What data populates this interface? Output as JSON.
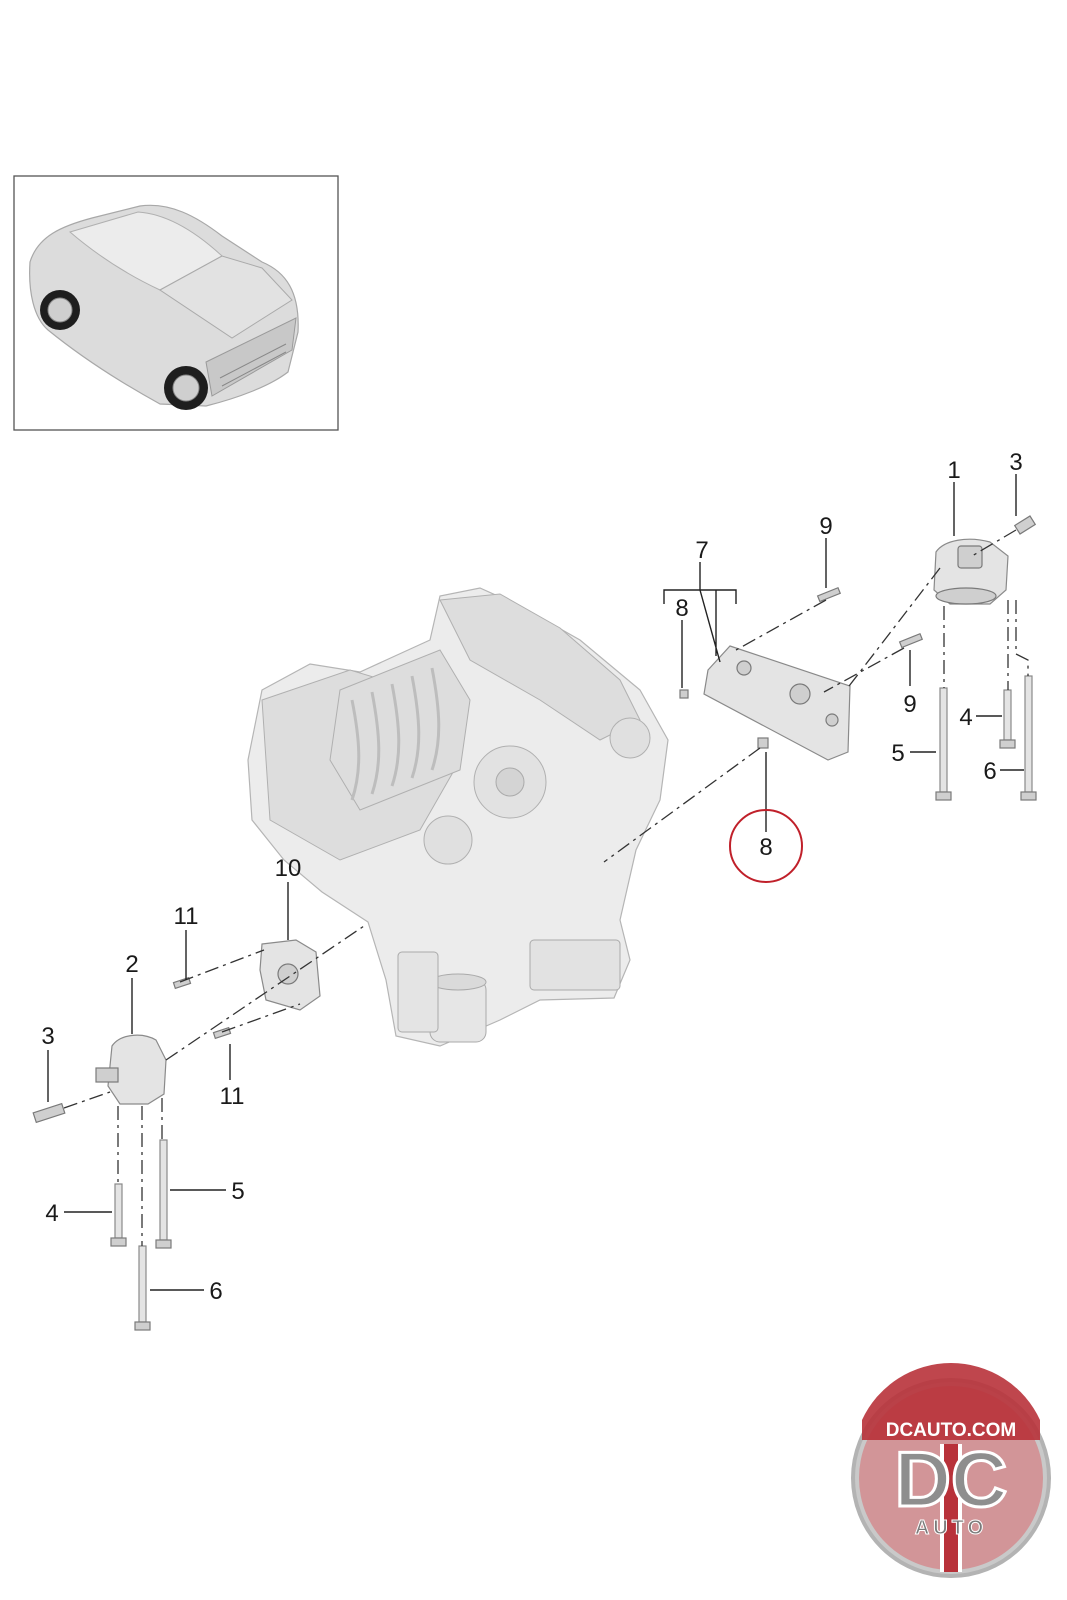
{
  "callouts": [
    {
      "id": "c1",
      "text": "1"
    },
    {
      "id": "c3a",
      "text": "3"
    },
    {
      "id": "c9a",
      "text": "9"
    },
    {
      "id": "c7",
      "text": "7"
    },
    {
      "id": "c8a",
      "text": "8"
    },
    {
      "id": "c9b",
      "text": "9"
    },
    {
      "id": "c4a",
      "text": "4"
    },
    {
      "id": "c5a",
      "text": "5"
    },
    {
      "id": "c6a",
      "text": "6"
    },
    {
      "id": "c8b",
      "text": "8"
    },
    {
      "id": "c10",
      "text": "10"
    },
    {
      "id": "c11a",
      "text": "11"
    },
    {
      "id": "c2",
      "text": "2"
    },
    {
      "id": "c3b",
      "text": "3"
    },
    {
      "id": "c11b",
      "text": "11"
    },
    {
      "id": "c5b",
      "text": "5"
    },
    {
      "id": "c4b",
      "text": "4"
    },
    {
      "id": "c6b",
      "text": "6"
    }
  ],
  "highlight": {
    "callout": "8",
    "color": "#c0202a"
  },
  "logo": {
    "text_top": "DCAUTO.COM",
    "text_main": "DC",
    "text_bottom": "AUTO",
    "red": "#b8323a",
    "gray": "#9a9a9a"
  },
  "colors": {
    "part_fill": "#e4e4e4",
    "line": "#222222"
  }
}
